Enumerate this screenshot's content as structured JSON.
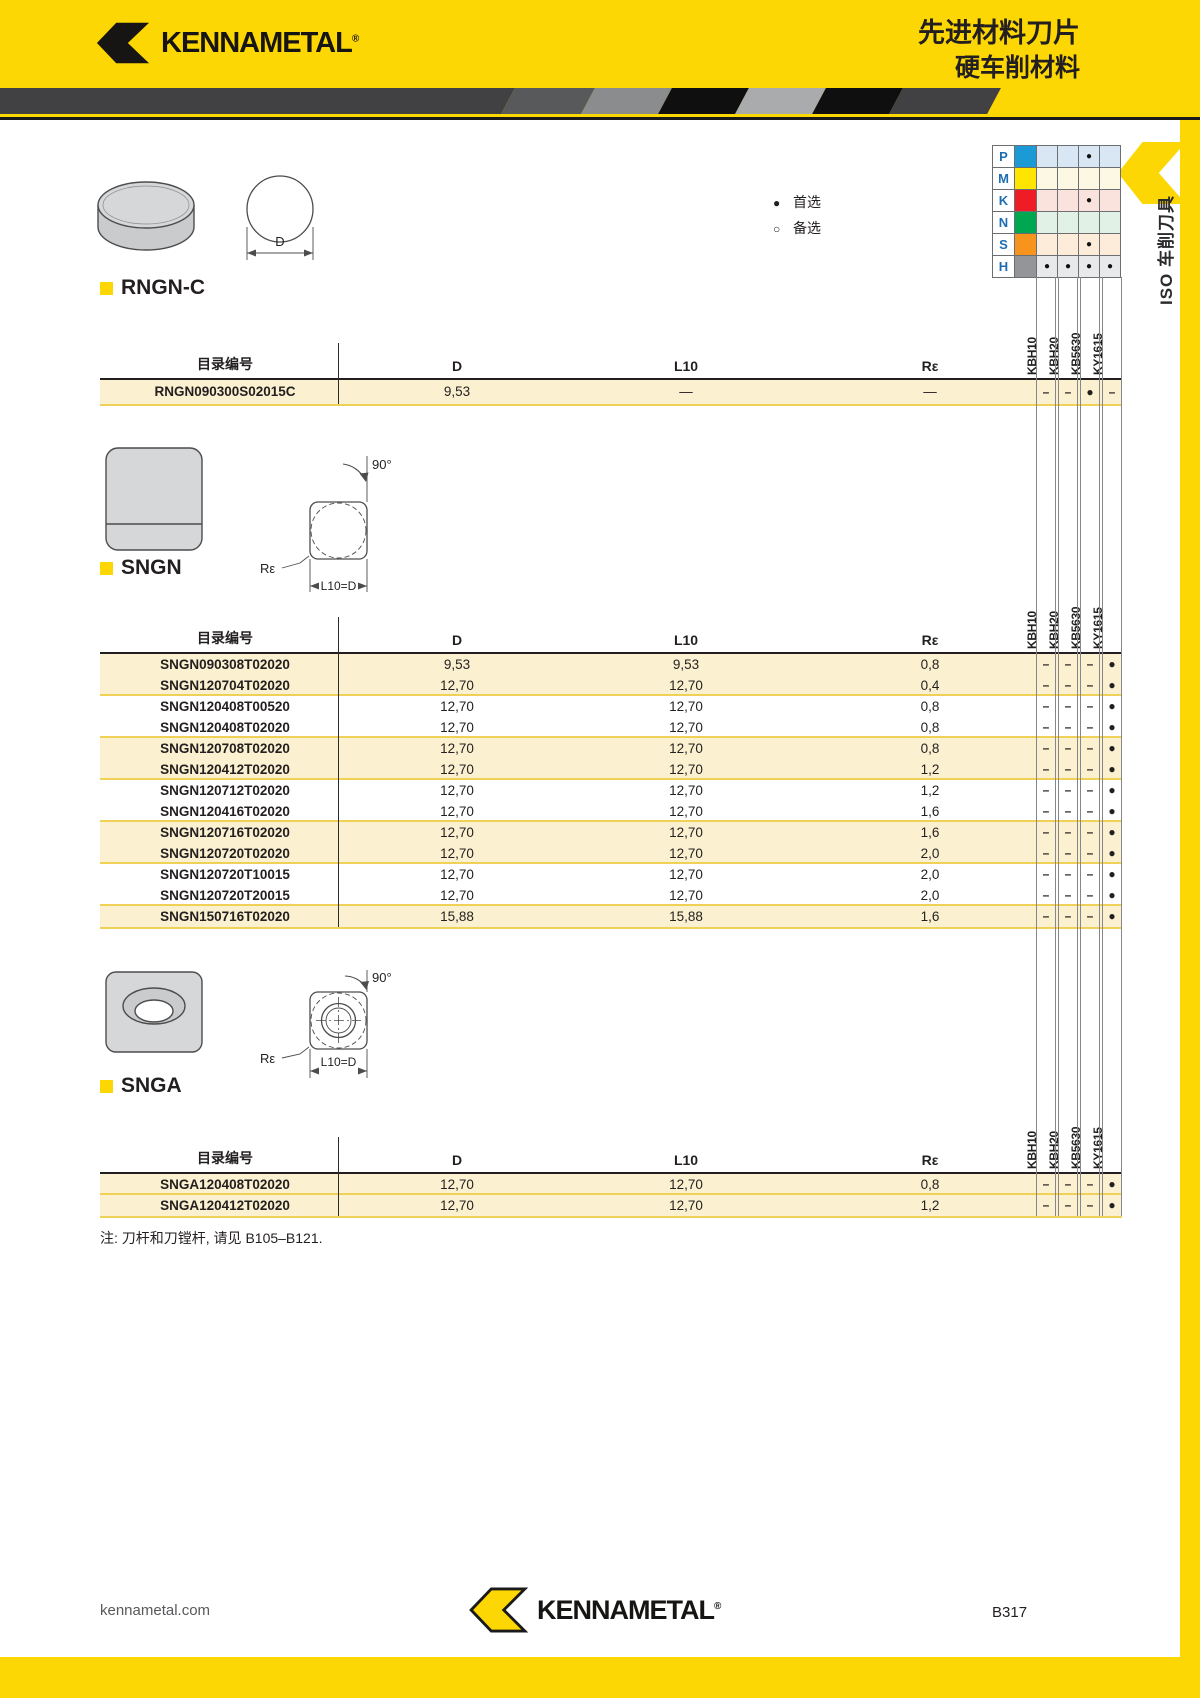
{
  "header": {
    "brand": "KENNAMETAL",
    "reg": "®",
    "title_line1": "先进材料刀片",
    "title_line2": "硬车削材料"
  },
  "side_label": "ISO 车削刀具",
  "legend": {
    "preferred_symbol": "●",
    "preferred": "首选",
    "alternate_symbol": "○",
    "alternate": "备选"
  },
  "grades": [
    "KBH10",
    "KBH20",
    "KB5630",
    "KY1615"
  ],
  "colors": {
    "brand_yellow": "#fdd703",
    "row_shade": "#fbf0cf",
    "separator_gold": "#f0d158"
  },
  "iso_table": {
    "rows": [
      {
        "letter": "P",
        "swatch": "#1c9ad6",
        "tint": "#d9e6f4",
        "dots": [
          "",
          "",
          "●",
          ""
        ]
      },
      {
        "letter": "M",
        "swatch": "#ffe500",
        "tint": "#fdf8e3",
        "dots": [
          "",
          "",
          "",
          ""
        ]
      },
      {
        "letter": "K",
        "swatch": "#ee1c25",
        "tint": "#fae2dd",
        "dots": [
          "",
          "",
          "●",
          ""
        ]
      },
      {
        "letter": "N",
        "swatch": "#00a650",
        "tint": "#e1f1e5",
        "dots": [
          "",
          "",
          "",
          ""
        ]
      },
      {
        "letter": "S",
        "swatch": "#f7941e",
        "tint": "#fdecd9",
        "dots": [
          "",
          "",
          "●",
          ""
        ]
      },
      {
        "letter": "H",
        "swatch": "#939598",
        "tint": "#e8e9ea",
        "dots": [
          "●",
          "●",
          "●",
          "●"
        ]
      }
    ]
  },
  "col_headers": {
    "catalog": "目录编号",
    "d": "D",
    "l10": "L10",
    "re": "Rε"
  },
  "diagram_labels": {
    "d": "D",
    "angle": "90°",
    "re": "Rε",
    "l10d": "L10=D"
  },
  "sections": [
    {
      "title": "RNGN-C",
      "rows": [
        {
          "catalog": "RNGN090300S02015C",
          "d": "9,53",
          "l10": "—",
          "re": "—",
          "g": [
            "–",
            "–",
            "●",
            "–"
          ],
          "shaded": true
        }
      ]
    },
    {
      "title": "SNGN",
      "rows": [
        {
          "catalog": "SNGN090308T02020",
          "d": "9,53",
          "l10": "9,53",
          "re": "0,8",
          "g": [
            "–",
            "–",
            "–",
            "●"
          ],
          "shaded": true
        },
        {
          "catalog": "SNGN120704T02020",
          "d": "12,70",
          "l10": "12,70",
          "re": "0,4",
          "g": [
            "–",
            "–",
            "–",
            "●"
          ],
          "shaded": true,
          "sep": true
        },
        {
          "catalog": "SNGN120408T00520",
          "d": "12,70",
          "l10": "12,70",
          "re": "0,8",
          "g": [
            "–",
            "–",
            "–",
            "●"
          ]
        },
        {
          "catalog": "SNGN120408T02020",
          "d": "12,70",
          "l10": "12,70",
          "re": "0,8",
          "g": [
            "–",
            "–",
            "–",
            "●"
          ],
          "sep": true
        },
        {
          "catalog": "SNGN120708T02020",
          "d": "12,70",
          "l10": "12,70",
          "re": "0,8",
          "g": [
            "–",
            "–",
            "–",
            "●"
          ],
          "shaded": true
        },
        {
          "catalog": "SNGN120412T02020",
          "d": "12,70",
          "l10": "12,70",
          "re": "1,2",
          "g": [
            "–",
            "–",
            "–",
            "●"
          ],
          "shaded": true,
          "sep": true
        },
        {
          "catalog": "SNGN120712T02020",
          "d": "12,70",
          "l10": "12,70",
          "re": "1,2",
          "g": [
            "–",
            "–",
            "–",
            "●"
          ]
        },
        {
          "catalog": "SNGN120416T02020",
          "d": "12,70",
          "l10": "12,70",
          "re": "1,6",
          "g": [
            "–",
            "–",
            "–",
            "●"
          ],
          "sep": true
        },
        {
          "catalog": "SNGN120716T02020",
          "d": "12,70",
          "l10": "12,70",
          "re": "1,6",
          "g": [
            "–",
            "–",
            "–",
            "●"
          ],
          "shaded": true
        },
        {
          "catalog": "SNGN120720T02020",
          "d": "12,70",
          "l10": "12,70",
          "re": "2,0",
          "g": [
            "–",
            "–",
            "–",
            "●"
          ],
          "shaded": true,
          "sep": true
        },
        {
          "catalog": "SNGN120720T10015",
          "d": "12,70",
          "l10": "12,70",
          "re": "2,0",
          "g": [
            "–",
            "–",
            "–",
            "●"
          ]
        },
        {
          "catalog": "SNGN120720T20015",
          "d": "12,70",
          "l10": "12,70",
          "re": "2,0",
          "g": [
            "–",
            "–",
            "–",
            "●"
          ],
          "sep": true
        },
        {
          "catalog": "SNGN150716T02020",
          "d": "15,88",
          "l10": "15,88",
          "re": "1,6",
          "g": [
            "–",
            "–",
            "–",
            "●"
          ],
          "shaded": true
        }
      ]
    },
    {
      "title": "SNGA",
      "rows": [
        {
          "catalog": "SNGA120408T02020",
          "d": "12,70",
          "l10": "12,70",
          "re": "0,8",
          "g": [
            "–",
            "–",
            "–",
            "●"
          ],
          "shaded": true,
          "sep": true
        },
        {
          "catalog": "SNGA120412T02020",
          "d": "12,70",
          "l10": "12,70",
          "re": "1,2",
          "g": [
            "–",
            "–",
            "–",
            "●"
          ],
          "shaded": true
        }
      ]
    }
  ],
  "note": "注:  刀杆和刀镗杆, 请见 B105–B121.",
  "footer": {
    "site": "kennametal.com",
    "brand": "KENNAMETAL",
    "reg": "®",
    "page": "B317"
  }
}
